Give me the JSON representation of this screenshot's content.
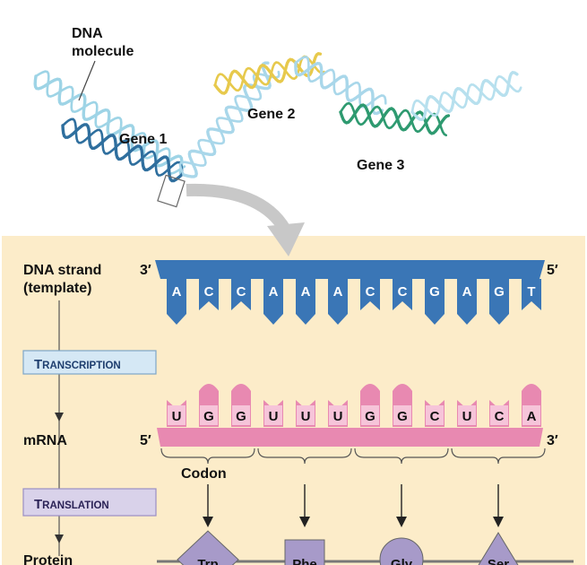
{
  "dna_molecule_label": [
    "DNA",
    "molecule"
  ],
  "genes": [
    "Gene 1",
    "Gene 2",
    "Gene 3"
  ],
  "dna_strand": {
    "label": [
      "DNA strand",
      "(template)"
    ],
    "end_left": "3′",
    "end_right": "5′",
    "bases": [
      "A",
      "C",
      "C",
      "A",
      "A",
      "A",
      "C",
      "C",
      "G",
      "A",
      "G",
      "T"
    ]
  },
  "transcription": {
    "first": "T",
    "rest": "RANSCRIPTION"
  },
  "mrna": {
    "label": "mRNA",
    "end_left": "5′",
    "end_right": "3′",
    "bases": [
      "U",
      "G",
      "G",
      "U",
      "U",
      "U",
      "G",
      "G",
      "C",
      "U",
      "C",
      "A"
    ]
  },
  "codon_label": "Codon",
  "translation": {
    "first": "T",
    "rest": "RANSLATION"
  },
  "protein": {
    "label": "Protein",
    "amino_acids": [
      "Trp",
      "Phe",
      "Gly",
      "Ser"
    ]
  },
  "colors": {
    "dna_blue": "#3a76b6",
    "mrna_pink": "#e889b1",
    "panel_bg": "#fcecc9",
    "transcription_box": "#d5e8f5",
    "translation_box": "#d9d2ea",
    "amino_acid": "#a79ac9"
  }
}
